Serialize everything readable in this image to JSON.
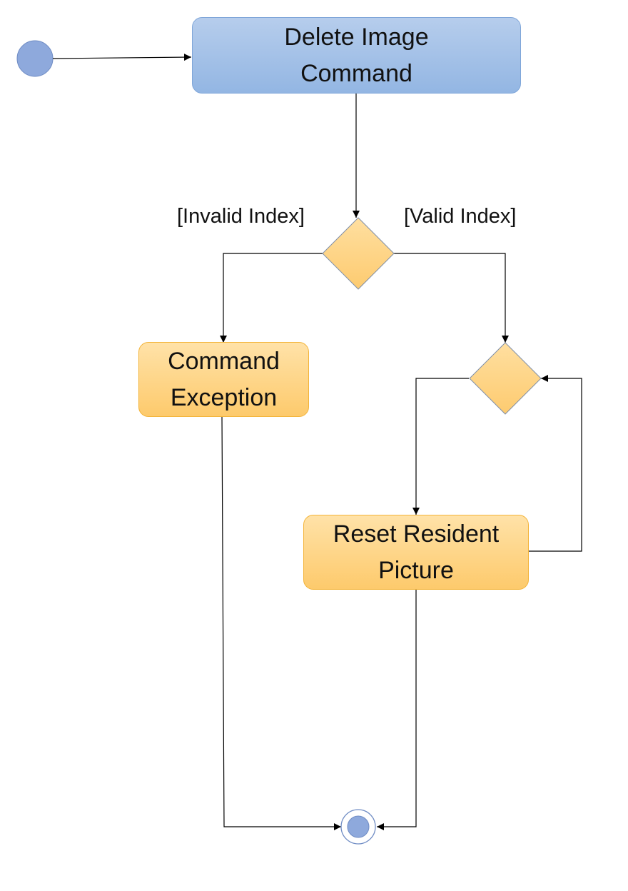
{
  "nodes": {
    "delete_image": {
      "line1": "Delete Image",
      "line2": "Command"
    },
    "command_exception": {
      "line1": "Command",
      "line2": "Exception"
    },
    "reset_picture": {
      "line1": "Reset Resident",
      "line2": "Picture"
    }
  },
  "guards": {
    "invalid": "[Invalid Index]",
    "valid": "[Valid Index]"
  },
  "colors": {
    "action_blue": "#9dbde6",
    "action_orange": "#fdd07f",
    "decision_fill": "#fed584",
    "node_circle": "#8ea9dc",
    "edge": "#000000"
  }
}
